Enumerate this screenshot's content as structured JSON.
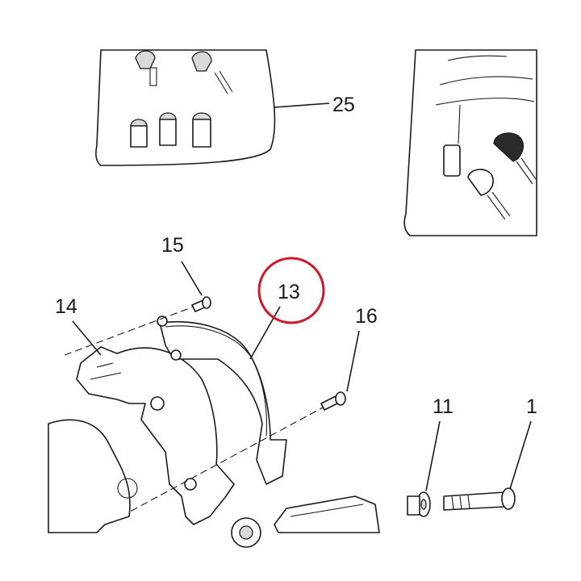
{
  "diagram": {
    "callouts": [
      {
        "id": "25",
        "text": "25"
      },
      {
        "id": "15",
        "text": "15"
      },
      {
        "id": "13",
        "text": "13"
      },
      {
        "id": "14",
        "text": "14"
      },
      {
        "id": "16",
        "text": "16"
      },
      {
        "id": "11",
        "text": "11"
      },
      {
        "id": "1",
        "text": "1"
      }
    ],
    "highlight": {
      "target": "13",
      "color": "#d0182a"
    }
  }
}
